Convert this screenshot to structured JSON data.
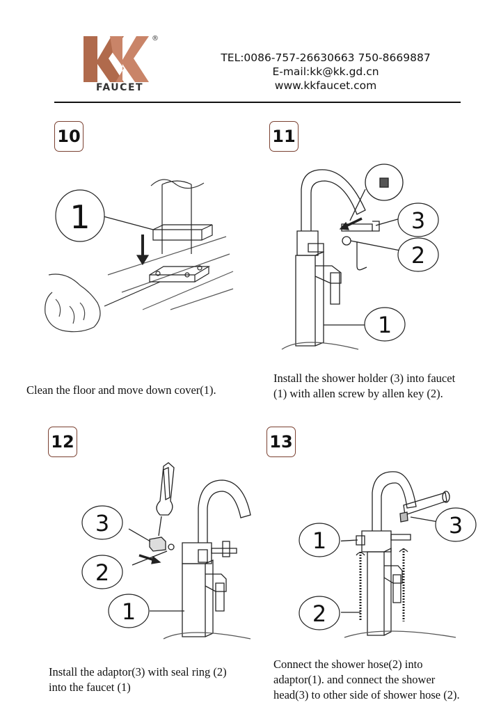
{
  "brand": {
    "logo_letters": "KK",
    "name": "FAUCET",
    "registered_mark": "®",
    "colors": {
      "copper": "#b06a4c",
      "dark": "#3a3a3a"
    }
  },
  "contact": {
    "tel": "TEL:0086-757-26630663 750-8669887",
    "email": "E-mail:kk@kk.gd.cn",
    "website": "www.kkfaucet.com"
  },
  "steps": [
    {
      "number": "10",
      "caption": "Clean  the floor and move down cover(1).",
      "callouts": [
        "1"
      ]
    },
    {
      "number": "11",
      "caption_lines": [
        "Install the shower holder (3) into faucet",
        "(1) with allen screw by allen key (2)."
      ],
      "callouts": [
        "3",
        "2",
        "1"
      ]
    },
    {
      "number": "12",
      "caption_lines": [
        "Install the adaptor(3) with seal ring (2)",
        "into the faucet (1)"
      ],
      "callouts": [
        "3",
        "2",
        "1"
      ]
    },
    {
      "number": "13",
      "caption_lines": [
        "Connect the shower hose(2) into",
        "adaptor(1). and connect the shower",
        "head(3) to other side of shower hose (2)."
      ],
      "callouts": [
        "1",
        "3",
        "2"
      ]
    }
  ]
}
